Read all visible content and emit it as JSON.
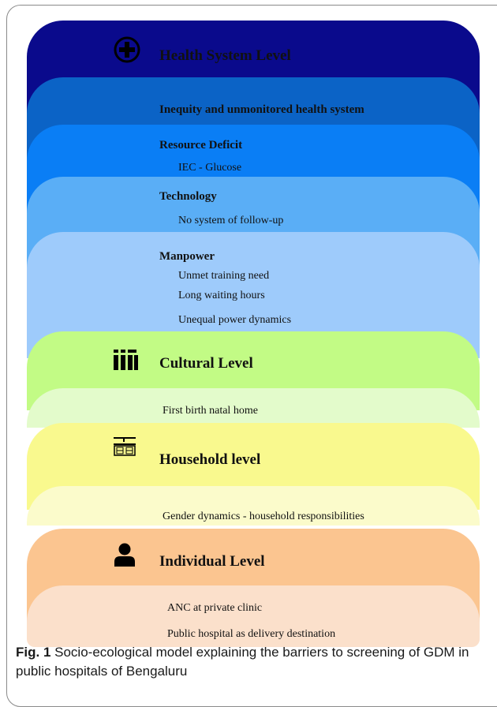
{
  "diagram": {
    "layers": [
      {
        "id": "health",
        "title": "Health System Level",
        "icon": "plus-circle-icon",
        "color": "#0a0a8c"
      },
      {
        "id": "inequity",
        "head": "Inequity and unmonitored health system",
        "color": "#0b63c6"
      },
      {
        "id": "resource",
        "head": "Resource Deficit",
        "items": [
          "IEC - Glucose"
        ],
        "color": "#0a7ef5"
      },
      {
        "id": "technology",
        "head": "Technology",
        "items": [
          "No system of follow-up"
        ],
        "color": "#5aaef6"
      },
      {
        "id": "manpower",
        "head": "Manpower",
        "items": [
          "Unmet training need",
          "Long waiting hours",
          "Unequal power dynamics"
        ],
        "color": "#9ecbfb"
      },
      {
        "id": "cultural",
        "title": "Cultural Level",
        "icon": "books-icon",
        "color": "#c2fb85"
      },
      {
        "id": "cultural-detail",
        "items": [
          "First birth natal home"
        ],
        "color": "#e3fbcb"
      },
      {
        "id": "household",
        "title": "Household level",
        "icon": "kitchen-icon",
        "color": "#f9f98e"
      },
      {
        "id": "household-detail",
        "items": [
          "Gender dynamics - household responsibilities"
        ],
        "color": "#fbfbcb"
      },
      {
        "id": "individual",
        "title": "Individual Level",
        "icon": "person-icon",
        "color": "#fbc590"
      },
      {
        "id": "individual-detail",
        "items": [
          "ANC at private clinic",
          "Public hospital as delivery destination"
        ],
        "color": "#fbe0cb"
      }
    ]
  },
  "caption": {
    "label": "Fig. 1",
    "text": " Socio-ecological model explaining the barriers to screening of GDM in public hospitals of Bengaluru"
  }
}
